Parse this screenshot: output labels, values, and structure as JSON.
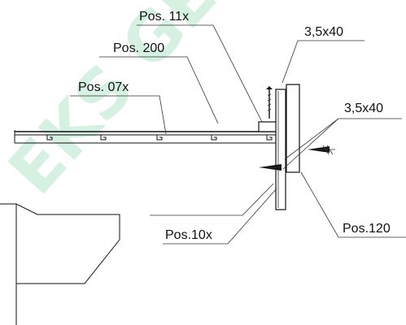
{
  "watermark": {
    "text": "EKS GE",
    "color": "#c9ecd8"
  },
  "labels": {
    "pos_11x": "Pos. 11x",
    "pos_200": "Pos. 200",
    "pos_07x": "Pos. 07x",
    "screw_top": "3,5x40",
    "screw_right": "3,5x40",
    "pos_120": "Pos.120",
    "pos_10x": "Pos.10x"
  },
  "colors": {
    "line": "#111111",
    "background": "#ffffff"
  }
}
